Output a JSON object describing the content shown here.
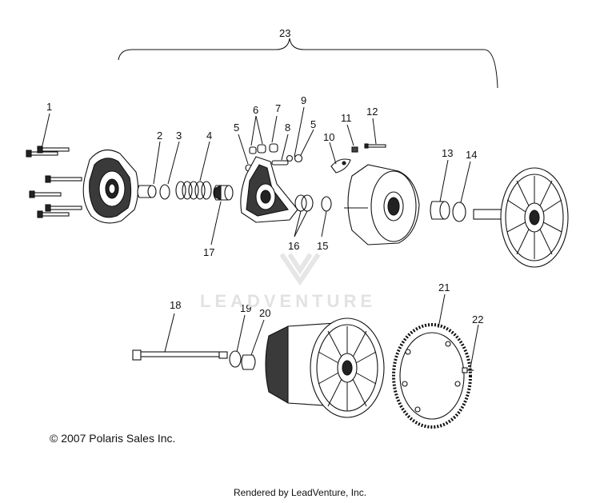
{
  "diagram": {
    "callouts": {
      "c1": "1",
      "c2": "2",
      "c3": "3",
      "c4": "4",
      "c5a": "5",
      "c5b": "5",
      "c6": "6",
      "c7": "7",
      "c8": "8",
      "c9": "9",
      "c10": "10",
      "c11": "11",
      "c12": "12",
      "c13": "13",
      "c14": "14",
      "c15": "15",
      "c16": "16",
      "c17": "17",
      "c18": "18",
      "c19": "19",
      "c20": "20",
      "c21": "21",
      "c22": "22",
      "c23": "23"
    },
    "watermark": "LEADVENTURE",
    "copyright": "© 2007 Polaris Sales Inc.",
    "footer": "Rendered by LeadVenture, Inc."
  },
  "colors": {
    "line": "#111111",
    "part_fill": "#ffffff",
    "shade": "#3a3a3a",
    "watermark": "#e2e2e2"
  }
}
